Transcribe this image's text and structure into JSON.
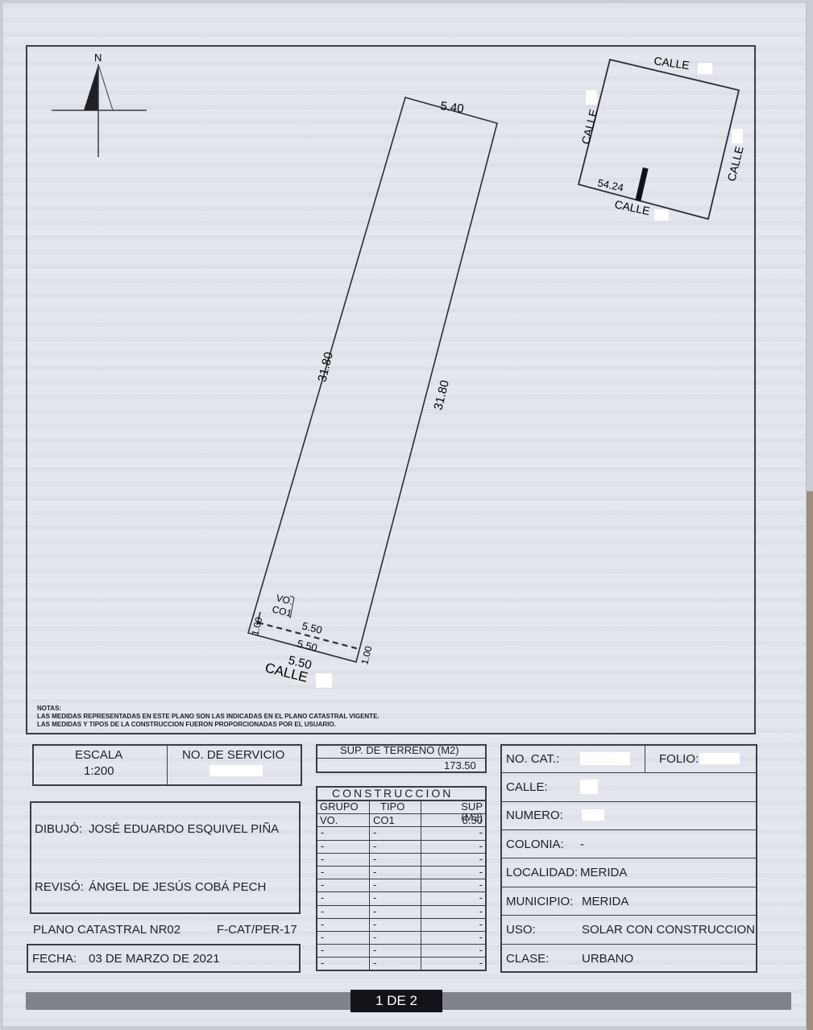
{
  "notes": {
    "title": "NOTAS:",
    "line1": "LAS MEDIDAS REPRESENTADAS EN ESTE PLANO SON LAS INDICADAS EN EL PLANO CATASTRAL VIGENTE.",
    "line2": "LAS MEDIDAS Y TIPOS DE LA CONSTRUCCION FUERON PROPORCIONADAS POR EL USUARIO."
  },
  "compass": {
    "north": "N"
  },
  "plot": {
    "top_width": "5.40",
    "left_length": "31.80",
    "right_length": "31.80",
    "front_inner": "5.50",
    "front_mid": "5.50",
    "front_outer": "5.50",
    "left_depth": "1.00",
    "right_depth": "1.00",
    "construction_group": "VO.",
    "construction_type": "CO1",
    "street": "CALLE"
  },
  "location_map": {
    "top_street": "CALLE",
    "left_street": "CALLE",
    "right_street": "CALLE",
    "bottom_street": "CALLE",
    "distance": "54.24"
  },
  "scale": {
    "label": "ESCALA",
    "value": "1:200"
  },
  "service": {
    "label": "NO. DE SERVICIO"
  },
  "drawn_by": {
    "label": "DIBUJÓ:",
    "name": "JOSÉ EDUARDO ESQUIVEL PIÑA"
  },
  "reviewed_by": {
    "label": "REVISÓ:",
    "name": "ÁNGEL DE JESÚS COBÁ PECH"
  },
  "plan": {
    "name": "PLANO CATASTRAL NR02",
    "code": "F-CAT/PER-17"
  },
  "date": {
    "label": "FECHA:",
    "value": "03 DE MARZO DE 2021"
  },
  "land_area": {
    "label": "SUP. DE TERRENO (M2)",
    "value": "173.50"
  },
  "construction": {
    "title": "CONSTRUCCION",
    "headers": [
      "GRUPO",
      "TIPO",
      "SUP (M2)"
    ],
    "first_row": [
      "VO.",
      "CO1",
      "5.50"
    ],
    "empty_marker": "-"
  },
  "property": {
    "cat_label": "NO. CAT.:",
    "folio_label": "FOLIO:",
    "calle_label": "CALLE:",
    "numero_label": "NUMERO:",
    "colonia_label": "COLONIA:",
    "colonia_value": "-",
    "localidad_label": "LOCALIDAD:",
    "localidad_value": "MERIDA",
    "municipio_label": "MUNICIPIO:",
    "municipio_value": "MERIDA",
    "uso_label": "USO:",
    "uso_value": "SOLAR CON CONSTRUCCION",
    "clase_label": "CLASE:",
    "clase_value": "URBANO"
  },
  "page": {
    "indicator": "1 DE 2"
  }
}
